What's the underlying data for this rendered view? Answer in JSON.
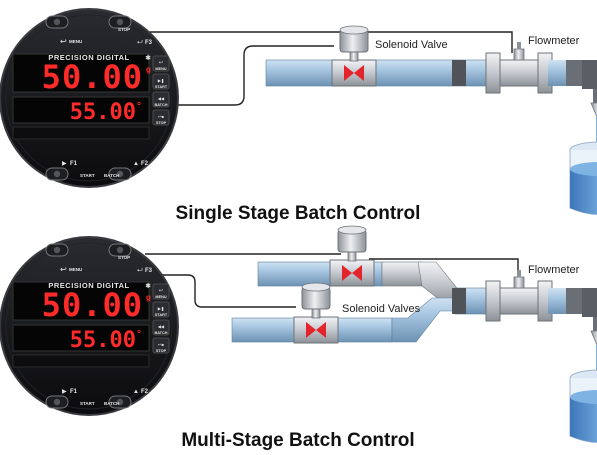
{
  "colors": {
    "pipe": "#9fbfdc",
    "pipe_dark": "#5b7f9c",
    "steel": "#c9ccd1",
    "bezel": "#111114",
    "led": "#ff2a2a",
    "valve_red": "#e3242b",
    "water": "#4a86c8"
  },
  "meter": {
    "brand": "PRECISION DIGITAL",
    "main_value": "50.00",
    "main_unit": "g",
    "second_value": "55.00",
    "second_unit": "°",
    "button_menu": "MENU",
    "button_stop": "STOP",
    "button_start": "START",
    "button_batch": "BATCH",
    "label_f1": "F1",
    "label_f2": "F2",
    "label_f3": "F3",
    "side_buttons": [
      {
        "icon": "menu-icon",
        "label": "MENU"
      },
      {
        "icon": "play-icon",
        "label": "START"
      },
      {
        "icon": "batch-icon",
        "label": "BATCH"
      },
      {
        "icon": "stop-icon",
        "label": "STOP"
      }
    ]
  },
  "top": {
    "valve_label": "Solenoid Valve",
    "flowmeter_label": "Flowmeter",
    "caption": "Single Stage Batch Control"
  },
  "bottom": {
    "valve_label": "Solenoid Valves",
    "flowmeter_label": "Flowmeter",
    "caption": "Multi-Stage Batch Control"
  }
}
